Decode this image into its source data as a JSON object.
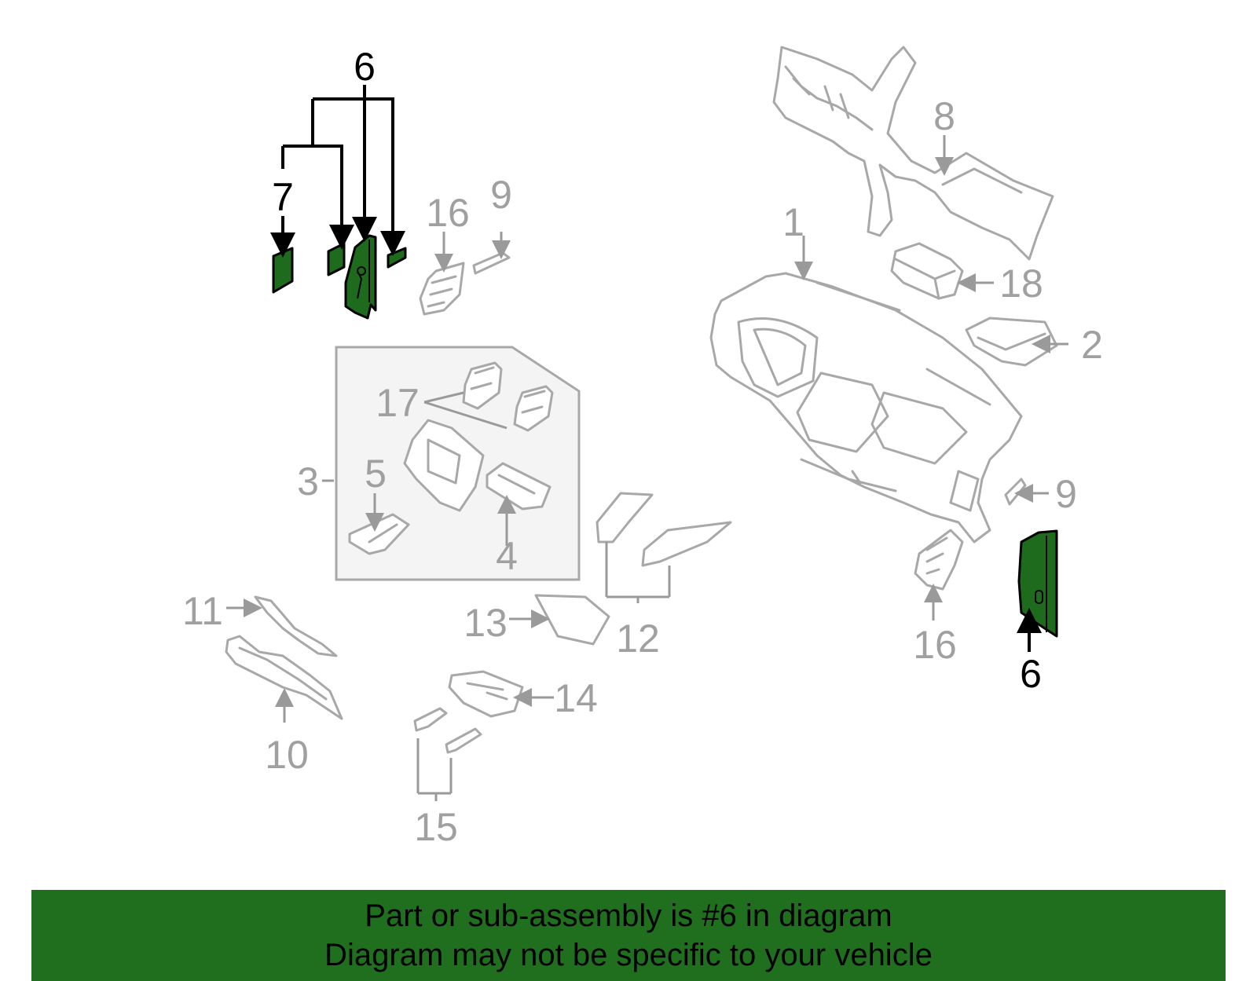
{
  "callouts": {
    "c1": "1",
    "c2": "2",
    "c3": "3",
    "c4": "4",
    "c5": "5",
    "c6_top": "6",
    "c6_bottom": "6",
    "c7": "7",
    "c8": "8",
    "c9_top": "9",
    "c9_right": "9",
    "c10": "10",
    "c11": "11",
    "c12": "12",
    "c13": "13",
    "c14": "14",
    "c15": "15",
    "c16_top": "16",
    "c16_right": "16",
    "c17": "17",
    "c18": "18"
  },
  "banner": {
    "line1": "Part or sub-assembly is #6 in diagram",
    "line2": "Diagram may not be specific to your vehicle"
  },
  "colors": {
    "highlight": "#1e6b1e",
    "banner": "#1f6f1f",
    "parts_outline": "#a8a8a8"
  }
}
